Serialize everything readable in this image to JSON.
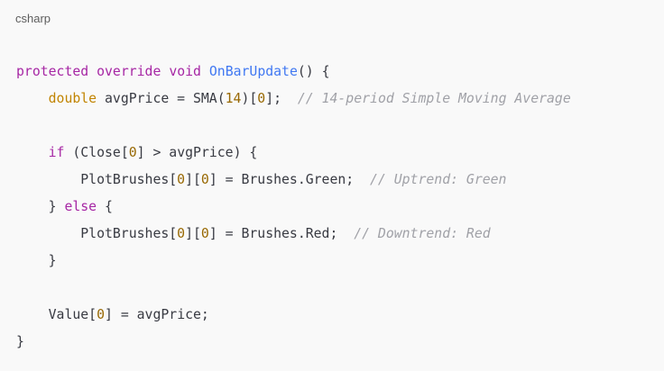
{
  "header": {
    "language": "csharp"
  },
  "colors": {
    "keyword": "#a626a4",
    "function": "#4078f2",
    "type": "#c18401",
    "number": "#986801",
    "comment": "#a0a1a7",
    "text": "#383a42",
    "background": "#f9f9f9"
  },
  "code": {
    "lines": [
      [
        {
          "t": "kw",
          "v": "protected"
        },
        {
          "t": "plain",
          "v": " "
        },
        {
          "t": "kw",
          "v": "override"
        },
        {
          "t": "plain",
          "v": " "
        },
        {
          "t": "kw",
          "v": "void"
        },
        {
          "t": "plain",
          "v": " "
        },
        {
          "t": "fn",
          "v": "OnBarUpdate"
        },
        {
          "t": "plain",
          "v": "() {"
        }
      ],
      [
        {
          "t": "plain",
          "v": "    "
        },
        {
          "t": "type",
          "v": "double"
        },
        {
          "t": "plain",
          "v": " avgPrice = SMA("
        },
        {
          "t": "num",
          "v": "14"
        },
        {
          "t": "plain",
          "v": ")["
        },
        {
          "t": "num",
          "v": "0"
        },
        {
          "t": "plain",
          "v": "];  "
        },
        {
          "t": "com",
          "v": "// 14-period Simple Moving Average"
        }
      ],
      [],
      [
        {
          "t": "plain",
          "v": "    "
        },
        {
          "t": "kw",
          "v": "if"
        },
        {
          "t": "plain",
          "v": " (Close["
        },
        {
          "t": "num",
          "v": "0"
        },
        {
          "t": "plain",
          "v": "] > avgPrice) {"
        }
      ],
      [
        {
          "t": "plain",
          "v": "        PlotBrushes["
        },
        {
          "t": "num",
          "v": "0"
        },
        {
          "t": "plain",
          "v": "]["
        },
        {
          "t": "num",
          "v": "0"
        },
        {
          "t": "plain",
          "v": "] = Brushes.Green;  "
        },
        {
          "t": "com",
          "v": "// Uptrend: Green"
        }
      ],
      [
        {
          "t": "plain",
          "v": "    } "
        },
        {
          "t": "kw",
          "v": "else"
        },
        {
          "t": "plain",
          "v": " {"
        }
      ],
      [
        {
          "t": "plain",
          "v": "        PlotBrushes["
        },
        {
          "t": "num",
          "v": "0"
        },
        {
          "t": "plain",
          "v": "]["
        },
        {
          "t": "num",
          "v": "0"
        },
        {
          "t": "plain",
          "v": "] = Brushes.Red;  "
        },
        {
          "t": "com",
          "v": "// Downtrend: Red"
        }
      ],
      [
        {
          "t": "plain",
          "v": "    }"
        }
      ],
      [],
      [
        {
          "t": "plain",
          "v": "    Value["
        },
        {
          "t": "num",
          "v": "0"
        },
        {
          "t": "plain",
          "v": "] = avgPrice;"
        }
      ],
      [
        {
          "t": "plain",
          "v": "}"
        }
      ]
    ]
  }
}
